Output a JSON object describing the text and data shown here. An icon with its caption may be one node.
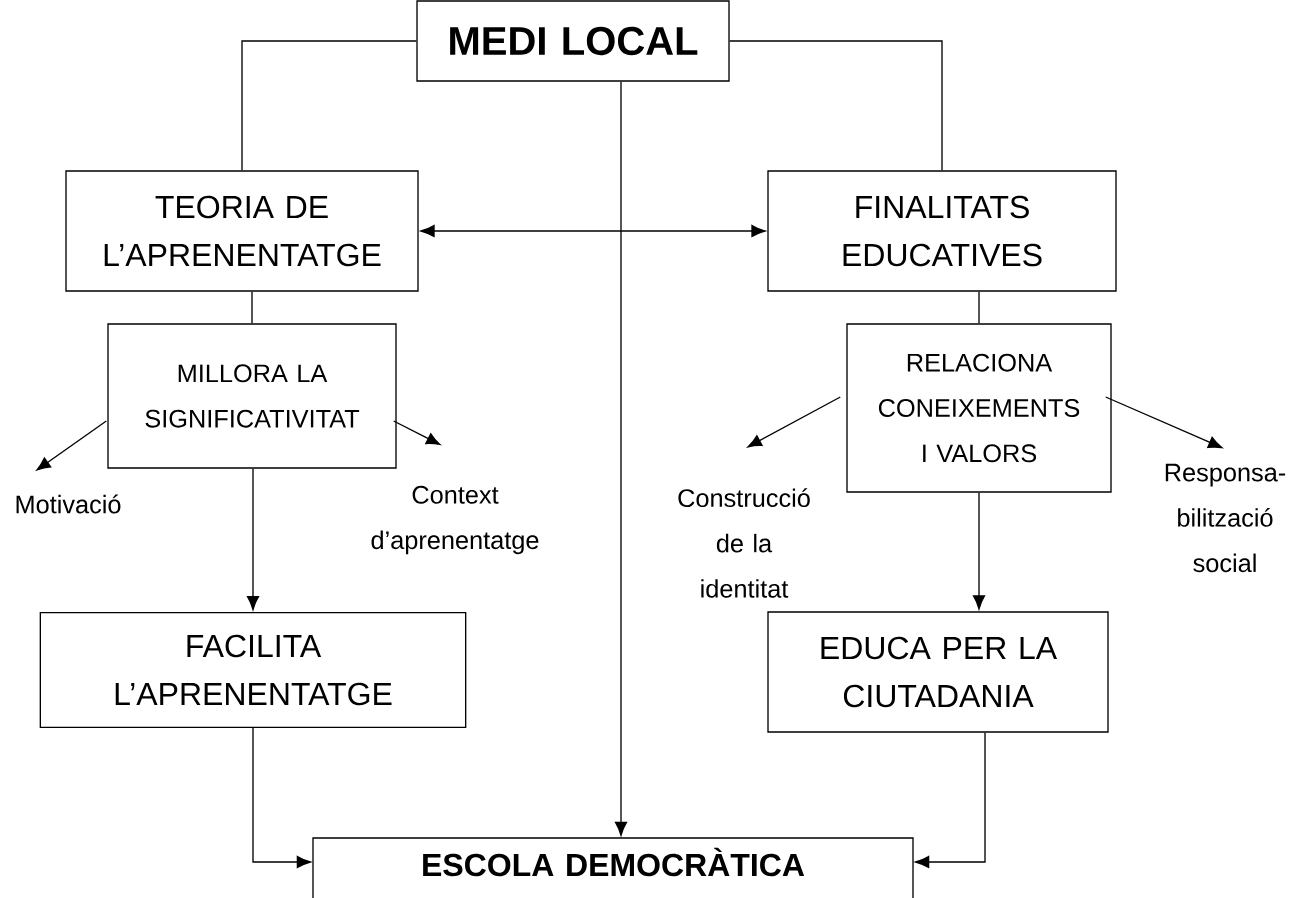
{
  "diagram": {
    "nodes": [
      {
        "text": [
          "MEDI LOCAL"
        ]
      },
      {
        "text": [
          "TEORIA DE L’APRENENTATGE"
        ]
      },
      {
        "text": [
          "FINALITATS EDUCATIVES"
        ]
      },
      {
        "text": [
          "MILLORA LA SIGNIFICATIVITAT"
        ]
      },
      {
        "text": [
          "RELACIONA CONEIXEMENTS I VALORS"
        ]
      },
      {
        "text": [
          "Motivació"
        ]
      },
      {
        "text": [
          "Context d’aprenentatge"
        ]
      },
      {
        "text": [
          "Construcció de la identitat"
        ]
      },
      {
        "text": [
          "Responsa-bilització social"
        ]
      },
      {
        "text": [
          "FACILITA L’APRENENTATGE"
        ]
      },
      {
        "text": [
          "EDUCA PER LA CIUTADANIA"
        ]
      },
      {
        "text": [
          "ESCOLA DEMOCRÀTICA"
        ]
      }
    ],
    "edges": [
      {
        "from": 0,
        "to": 1,
        "arrow": "none"
      },
      {
        "from": 0,
        "to": 2,
        "arrow": "none"
      },
      {
        "from": 0,
        "to": 11,
        "arrow": "to"
      },
      {
        "from": 1,
        "to": 2,
        "arrow": "both"
      },
      {
        "from": 1,
        "to": 3,
        "arrow": "none"
      },
      {
        "from": 3,
        "to": 5,
        "arrow": "to"
      },
      {
        "from": 3,
        "to": 6,
        "arrow": "to"
      },
      {
        "from": 3,
        "to": 9,
        "arrow": "to"
      },
      {
        "from": 2,
        "to": 4,
        "arrow": "none"
      },
      {
        "from": 4,
        "to": 7,
        "arrow": "to"
      },
      {
        "from": 4,
        "to": 8,
        "arrow": "to"
      },
      {
        "from": 4,
        "to": 10,
        "arrow": "to"
      },
      {
        "from": 9,
        "to": 11,
        "arrow": "to"
      },
      {
        "from": 10,
        "to": 11,
        "arrow": "to"
      }
    ]
  }
}
